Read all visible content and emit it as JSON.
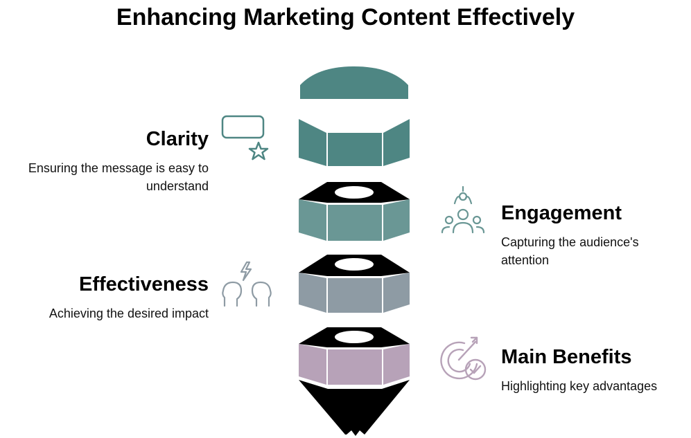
{
  "title": "Enhancing Marketing Content Effectively",
  "colors": {
    "cap": "#4e8683",
    "clarity": "#4e8683",
    "engagement": "#6a9795",
    "effectiveness": "#8e9ba4",
    "benefits": "#b7a2b8",
    "dark": "#000000"
  },
  "items": [
    {
      "id": "clarity",
      "heading": "Clarity",
      "description": "Ensuring the message is easy to understand",
      "icon": "message-star-icon",
      "side": "left"
    },
    {
      "id": "engagement",
      "heading": "Engagement",
      "description": "Capturing the audience's attention",
      "icon": "audience-target-icon",
      "side": "right"
    },
    {
      "id": "effectiveness",
      "heading": "Effectiveness",
      "description": "Achieving the desired impact",
      "icon": "minds-lightning-icon",
      "side": "left"
    },
    {
      "id": "benefits",
      "heading": "Main Benefits",
      "description": "Highlighting key advantages",
      "icon": "target-check-icon",
      "side": "right"
    }
  ]
}
